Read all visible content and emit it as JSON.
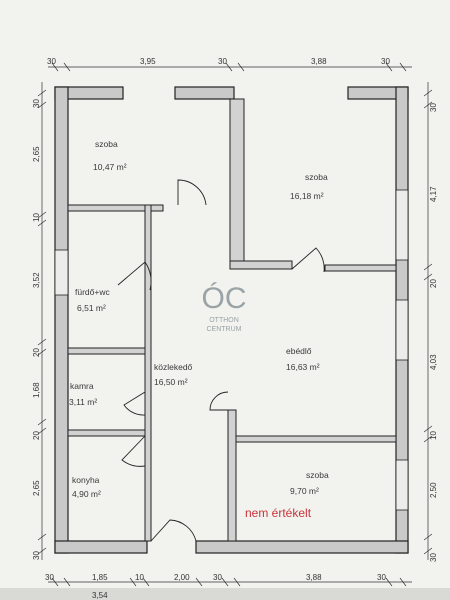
{
  "rooms": [
    {
      "name": "szoba",
      "area": "10,47 m²"
    },
    {
      "name": "szoba",
      "area": "16,18 m²"
    },
    {
      "name": "fürdő+wc",
      "area": "6,51 m²"
    },
    {
      "name": "közlekedő",
      "area": "16,50 m²"
    },
    {
      "name": "ebédlő",
      "area": "16,63 m²"
    },
    {
      "name": "kamra",
      "area": "3,11 m²"
    },
    {
      "name": "konyha",
      "area": "4,90 m²"
    },
    {
      "name": "szoba",
      "area": "9,70 m²"
    }
  ],
  "dimensions": {
    "top": [
      "30",
      "3,95",
      "30",
      "3,88",
      "30"
    ],
    "bottom": [
      "30",
      "1,85",
      "10",
      "2,00",
      "30",
      "3,88",
      "30"
    ],
    "bottom_total": "3,54",
    "left": [
      "30",
      "2,65",
      "10",
      "3,52",
      "20",
      "1,68",
      "20",
      "2,65",
      "30"
    ],
    "right": [
      "30",
      "4,17",
      "20",
      "4,03",
      "10",
      "2,50",
      "30"
    ]
  },
  "watermark": {
    "logo": "ÓC",
    "line1": "OTTHON",
    "line2": "CENTRUM"
  },
  "stamp": "nem értékelt",
  "colors": {
    "wall_fill": "#c9c9c9",
    "wall_stroke": "#222222",
    "paper": "#f3f3f1",
    "stamp": "#c8343a"
  }
}
